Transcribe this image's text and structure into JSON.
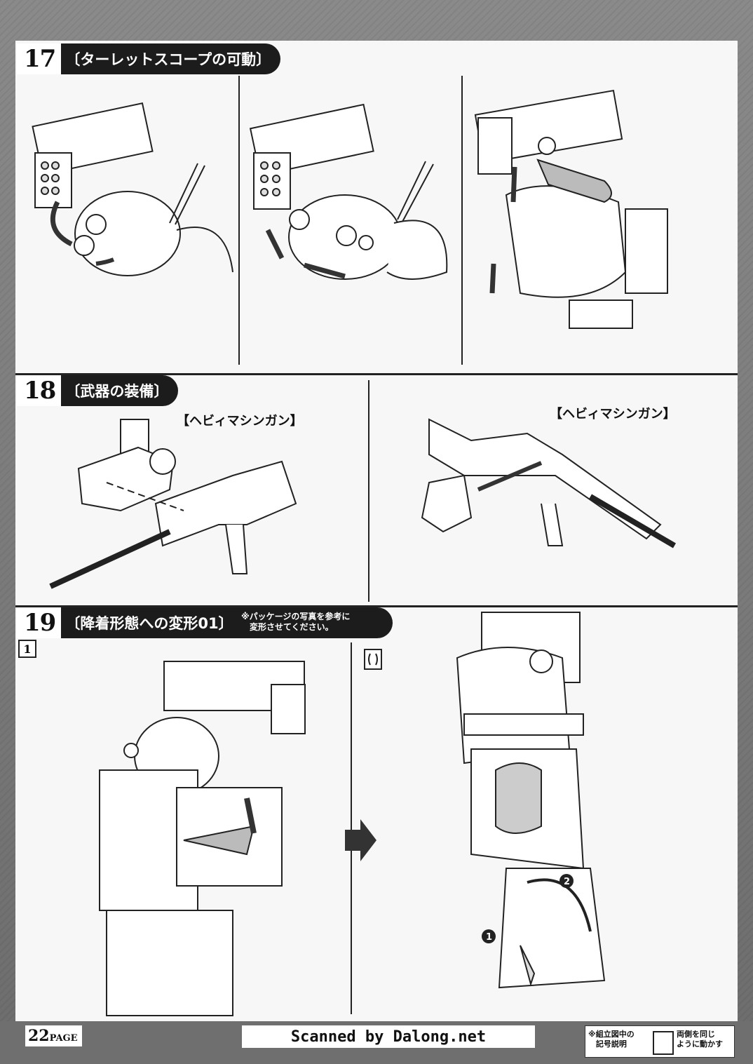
{
  "steps": [
    {
      "number": "17",
      "title": "〔ターレットスコープの可動〕"
    },
    {
      "number": "18",
      "title": "〔武器の装備〕"
    },
    {
      "number": "19",
      "title": "〔降着形態への変形01〕",
      "note_line1": "※パッケージの写真を参考に",
      "note_line2": "変形させてください。"
    }
  ],
  "labels": {
    "weapon_left": "【ヘビィマシンガン】",
    "weapon_right": "【ヘビィマシンガン】",
    "substep": "1",
    "callout_1": "1",
    "callout_2": "2"
  },
  "footer": {
    "page_number": "22",
    "page_word": "PAGE",
    "scanner_credit": "Scanned by Dalong.net",
    "legend_title_line1": "※組立図中の",
    "legend_title_line2": "記号説明",
    "legend_desc_line1": "両側を同じ",
    "legend_desc_line2": "ように動かす"
  }
}
